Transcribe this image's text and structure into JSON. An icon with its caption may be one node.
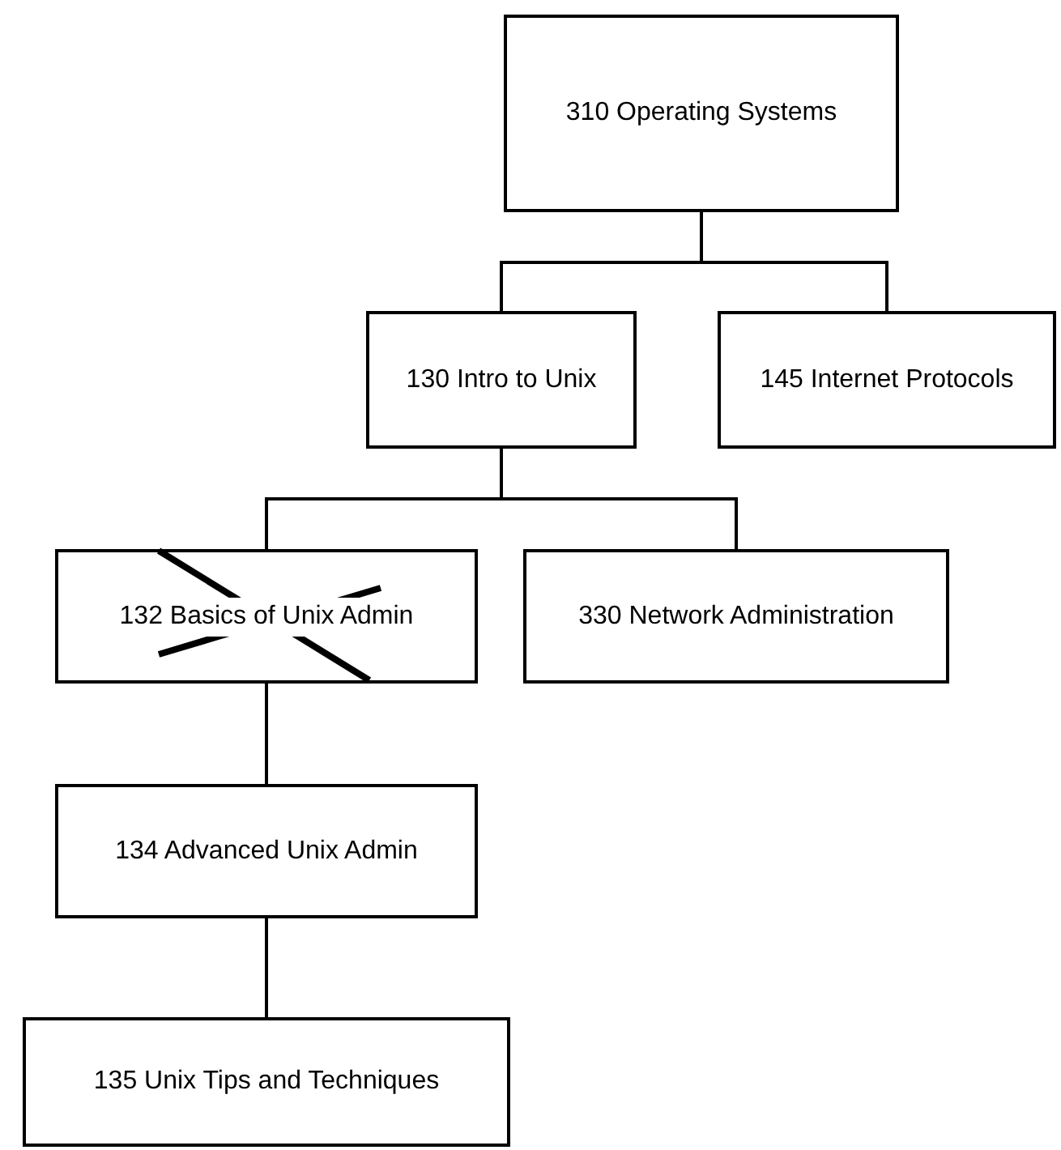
{
  "diagram": {
    "nodes": [
      {
        "text": [
          "310 Operating Systems"
        ]
      },
      {
        "text": [
          "130 Intro to Unix"
        ]
      },
      {
        "text": [
          "145 Internet Protocols"
        ]
      },
      {
        "text": [
          "132 Basics of Unix Admin"
        ]
      },
      {
        "text": [
          "330 Network Administration"
        ]
      },
      {
        "text": [
          "134 Advanced Unix Admin"
        ]
      },
      {
        "text": [
          "135 Unix Tips and Techniques"
        ]
      }
    ],
    "edges": [
      {
        "from": 0,
        "to": 1,
        "arrow": "none"
      },
      {
        "from": 0,
        "to": 2,
        "arrow": "none"
      },
      {
        "from": 1,
        "to": 3,
        "arrow": "none"
      },
      {
        "from": 1,
        "to": 4,
        "arrow": "none"
      },
      {
        "from": 3,
        "to": 5,
        "arrow": "none"
      },
      {
        "from": 5,
        "to": 6,
        "arrow": "none"
      }
    ]
  }
}
